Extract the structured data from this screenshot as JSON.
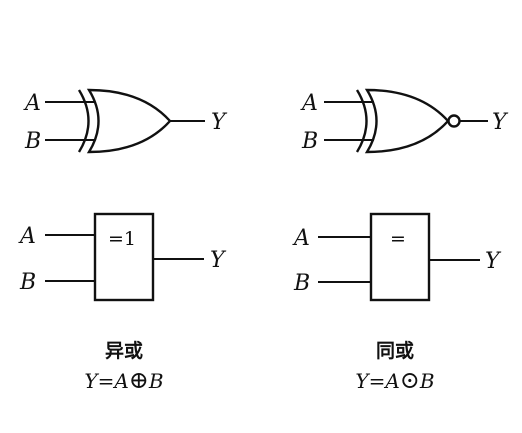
{
  "xor": {
    "distinctive": {
      "input_a": "A",
      "input_b": "B",
      "output": "Y"
    },
    "rectangular": {
      "input_a": "A",
      "input_b": "B",
      "output": "Y",
      "symbol": "=1"
    },
    "caption": "异或",
    "formula": {
      "lhs": "Y=A",
      "operator": "⊕",
      "rhs": "B"
    }
  },
  "xnor": {
    "distinctive": {
      "input_a": "A",
      "input_b": "B",
      "output": "Y"
    },
    "rectangular": {
      "input_a": "A",
      "input_b": "B",
      "output": "Y",
      "symbol": "="
    },
    "caption": "同或",
    "formula": {
      "lhs": "Y=A",
      "operator": "⊙",
      "rhs": "B"
    }
  }
}
